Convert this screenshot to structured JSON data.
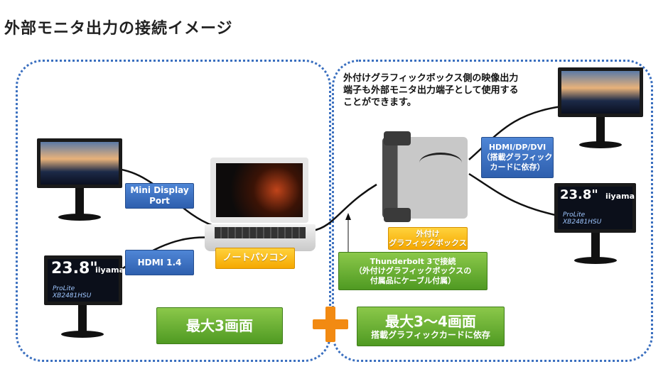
{
  "title": "外部モニタ出力の接続イメージ",
  "labels": {
    "mini_dp": "Mini Display\nPort",
    "hdmi14": "HDMI 1.4",
    "notebook": "ノートパソコン",
    "thunderbolt": "Thunderbolt 3で接続\n（外付けグラフィックボックスの\n付属品にケーブル付属）",
    "gfx_box": "外付け\nグラフィックボックス",
    "hdmi_dp_dvi": "HDMI/DP/DVI\n（搭載グラフィック\nカードに依存）",
    "note": "外付けグラフィックボックス側の映像出力\n端子も外部モニタ出力端子として使用する\nことができます。",
    "max3": "最大3画面",
    "max34": "最大3～4画面",
    "max34_sub": "搭載グラフィックカードに依存",
    "plus_icon": "plus-icon"
  },
  "monitor_text": {
    "size": "23.8\"",
    "brand": "iiyama",
    "model": "ProLite\nXB2481HSU"
  },
  "colors": {
    "panel_border": "#3a6fbf",
    "blue_label": "#3d73c6",
    "yellow_label": "#f5b400",
    "green_label": "#6bb236",
    "plus": "#f28a12"
  }
}
